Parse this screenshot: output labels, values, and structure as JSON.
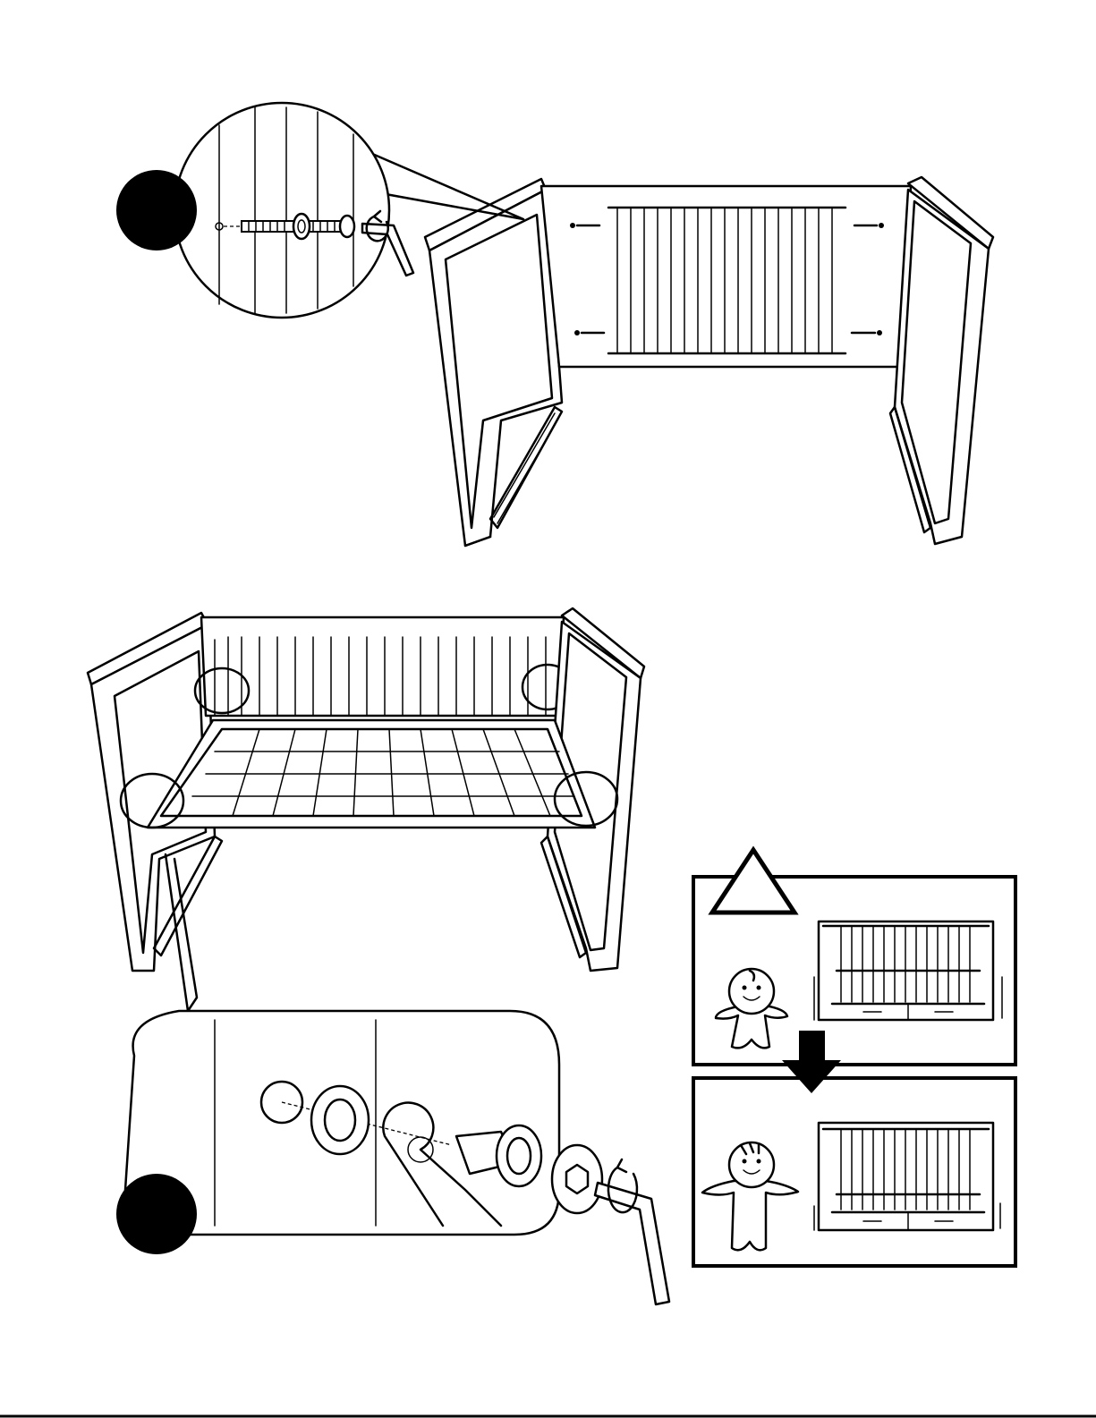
{
  "page": {
    "background": "#ffffff",
    "ink": "#000000"
  },
  "figures": [
    {
      "name": "crib-end-frame-assembly",
      "callout": "bolt-washer-hex-key-detail",
      "step_badge": "filled-circle"
    },
    {
      "name": "crib-spring-base-install",
      "callout": "cam-bolt-hex-key-detail",
      "step_badge": "filled-circle"
    }
  ],
  "warning_panel": {
    "icon": "warning-triangle-icon",
    "stages": [
      {
        "name": "baby-small",
        "base_level": "high"
      },
      {
        "name": "baby-standing",
        "base_level": "low"
      }
    ],
    "arrow": "arrow-down-icon"
  }
}
